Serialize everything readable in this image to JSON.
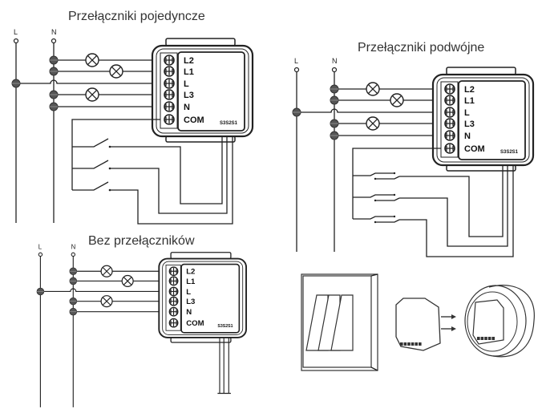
{
  "diagrams": [
    {
      "id": "single",
      "title": "Przełączniki pojedyncze",
      "line_labels": [
        "L",
        "N"
      ],
      "terminals": [
        "L2",
        "L1",
        "L",
        "L3",
        "N",
        "COM"
      ],
      "module_marking": "S3S2S1",
      "switches": "single"
    },
    {
      "id": "double",
      "title": "Przełączniki podwójne",
      "line_labels": [
        "L",
        "N"
      ],
      "terminals": [
        "L2",
        "L1",
        "L",
        "L3",
        "N",
        "COM"
      ],
      "module_marking": "S3S2S1",
      "switches": "double"
    },
    {
      "id": "none",
      "title": "Bez przełączników",
      "line_labels": [
        "L",
        "N"
      ],
      "terminals": [
        "L2",
        "L1",
        "L",
        "L3",
        "N",
        "COM"
      ],
      "module_marking": "S3S2S1",
      "switches": "none"
    }
  ],
  "installation_illustration": {
    "parts": [
      "triple-wall-switch",
      "relay-module",
      "flush-mount-box"
    ]
  }
}
